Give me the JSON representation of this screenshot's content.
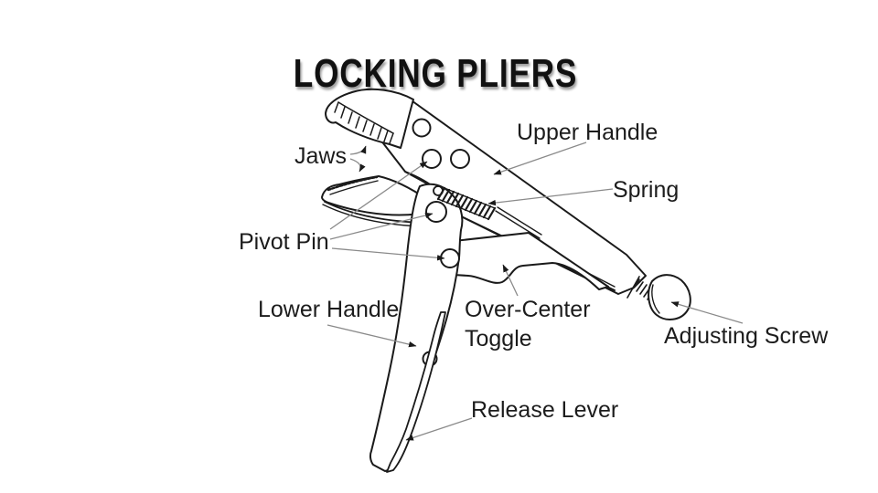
{
  "title": "LOCKING PLIERS",
  "labels": {
    "jaws": {
      "text": "Jaws"
    },
    "upper_handle": {
      "text": "Upper Handle"
    },
    "spring": {
      "text": "Spring"
    },
    "pivot_pin": {
      "text": "Pivot Pin"
    },
    "lower_handle": {
      "text": "Lower Handle"
    },
    "over_center_toggle": {
      "line1": "Over-Center",
      "line2": "Toggle"
    },
    "adjusting_screw": {
      "text": "Adjusting Screw"
    },
    "release_lever": {
      "text": "Release Lever"
    }
  },
  "colors": {
    "background": "#ffffff",
    "line_art": "#1a1a1a",
    "leader_line": "#8a8a8a",
    "label_text": "#1c1c1c",
    "title_text": "#111111"
  }
}
